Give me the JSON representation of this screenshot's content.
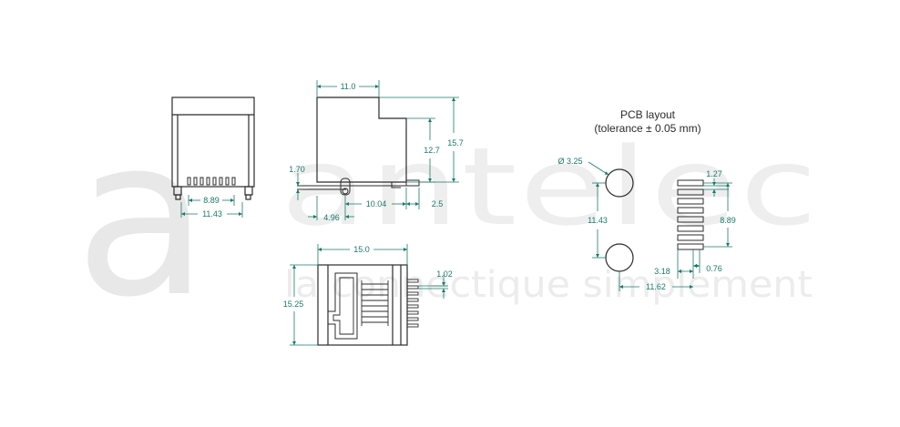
{
  "colors": {
    "outline": "#2b2b2b",
    "dimension": "#1a7a67",
    "watermark": "#ececec"
  },
  "watermark": {
    "brand": "antelec",
    "letter": "a",
    "tagline": "la connectique simplement"
  },
  "pcb_layout": {
    "title": "PCB layout",
    "subtitle": "(tolerance ± 0.05 mm)"
  },
  "dimensions": {
    "front_pin_pitch_span": "8.89",
    "front_outer_span": "11.43",
    "side_top_width": "11.0",
    "side_front_height": "12.7",
    "side_total_height": "15.7",
    "side_pin_offset": "1.70",
    "side_post_offset": "4.96",
    "side_pin_to_post": "10.04",
    "side_rear_pin": "2.5",
    "top_width": "15.0",
    "top_length": "15.25",
    "top_pin_width": "1.02",
    "hole_diameter": "Ø 3.25",
    "hole_spacing": "11.43",
    "pad_pitch": "1.27",
    "pad_span": "8.89",
    "pad_offset": "3.18",
    "pad_width": "0.76",
    "hole_to_pads": "11.62"
  }
}
